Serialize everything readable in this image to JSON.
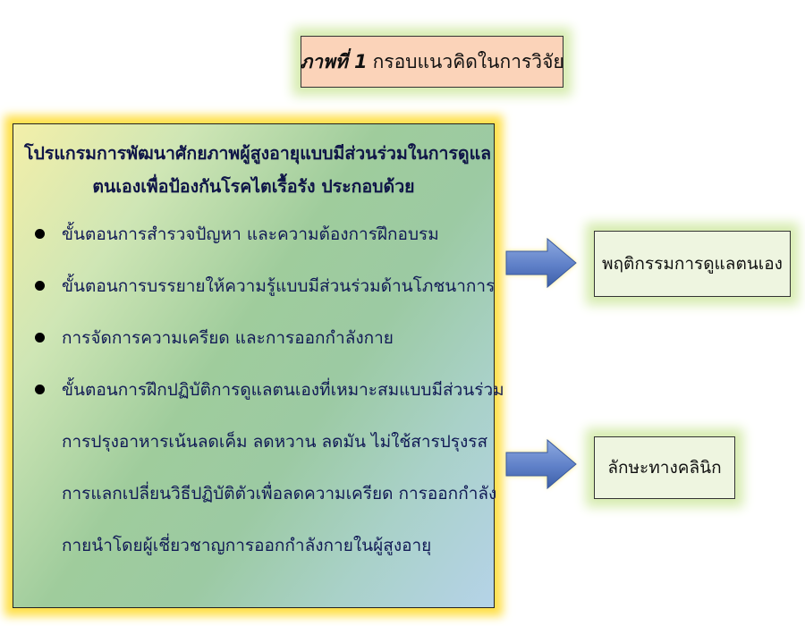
{
  "title": {
    "figure_label": "ภาพที่ 1",
    "text": "กรอบแนวคิดในการวิจัย"
  },
  "program": {
    "heading_line1": "โปรแกรมการพัฒนาศักยภาพผู้สูงอายุแบบมีส่วนร่วมในการดูแล",
    "heading_line2": "ตนเองเพื่อป้องกันโรคไตเรื้อรัง ประกอบด้วย",
    "items": [
      {
        "lines": [
          "ขั้นตอนการสำรวจปัญหา และความต้องการฝึกอบรม"
        ]
      },
      {
        "lines": [
          "ขั้นตอนการบรรยายให้ความรู้แบบมีส่วนร่วมด้านโภชนาการ"
        ]
      },
      {
        "lines": [
          "การจัดการความเครียด และการออกกำลังกาย"
        ]
      },
      {
        "lines": [
          "ขั้นตอนการฝึกปฏิบัติการดูแลตนเองที่เหมาะสมแบบมีส่วนร่วม",
          "การปรุงอาหารเน้นลดเค็ม ลดหวาน ลดมัน ไม่ใช้สารปรุงรส",
          "การแลกเปลี่ยนวิธีปฏิบัติตัวเพื่อลดความเครียด การออกกำลัง",
          "กายนำโดยผู้เชี่ยวชาญการออกกำลังกายในผู้สูงอายุ"
        ]
      }
    ]
  },
  "outcomes": {
    "self_care": "พฤติกรรมการดูแลตนเอง",
    "clinical": "ลักษะทางคลินิก"
  },
  "colors": {
    "title_fill": "#fbd3b9",
    "main_glow": "#ffe04a",
    "outcome_fill": "#eef5e0",
    "arrow_fill": "#6f8fd0",
    "arrow_glow": "#ffe04a"
  }
}
